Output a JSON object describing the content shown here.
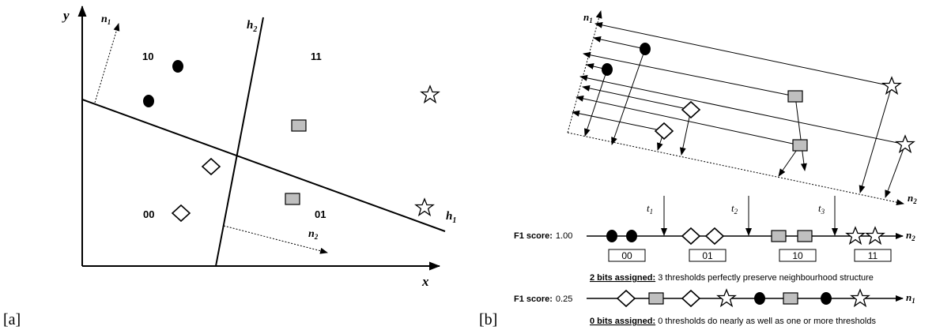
{
  "panel_a": {
    "tag": "[a]",
    "axis_x": "x",
    "axis_y": "y",
    "normal_1": "n",
    "normal_1_sub": "1",
    "normal_2": "n",
    "normal_2_sub": "2",
    "hyperplane_1": "h",
    "hyperplane_1_sub": "1",
    "hyperplane_2": "h",
    "hyperplane_2_sub": "2",
    "regions": [
      "10",
      "11",
      "00",
      "01"
    ]
  },
  "panel_b": {
    "tag": "[b]",
    "axis_n1": "n",
    "axis_n1_sub": "1",
    "axis_n2": "n",
    "axis_n2_sub": "2",
    "thresholds": [
      {
        "t": "t",
        "sub": "1"
      },
      {
        "t": "t",
        "sub": "2"
      },
      {
        "t": "t",
        "sub": "3"
      }
    ],
    "row1": {
      "label": "F1 score:",
      "value": "1.00",
      "axis": "n",
      "axis_sub": "2",
      "bins": [
        "00",
        "01",
        "10",
        "11"
      ],
      "caption_bold": "2 bits assigned:",
      "caption_rest": " 3 thresholds perfectly preserve neighbourhood structure"
    },
    "row2": {
      "label": "F1 score:",
      "value": "0.25",
      "axis": "n",
      "axis_sub": "1",
      "caption_bold": "0 bits assigned:",
      "caption_rest": " 0 thresholds do nearly as well as one or more thresholds"
    }
  },
  "colors": {
    "ink": "#000000",
    "square_fill": "#bfbfbf",
    "paper": "#ffffff"
  }
}
